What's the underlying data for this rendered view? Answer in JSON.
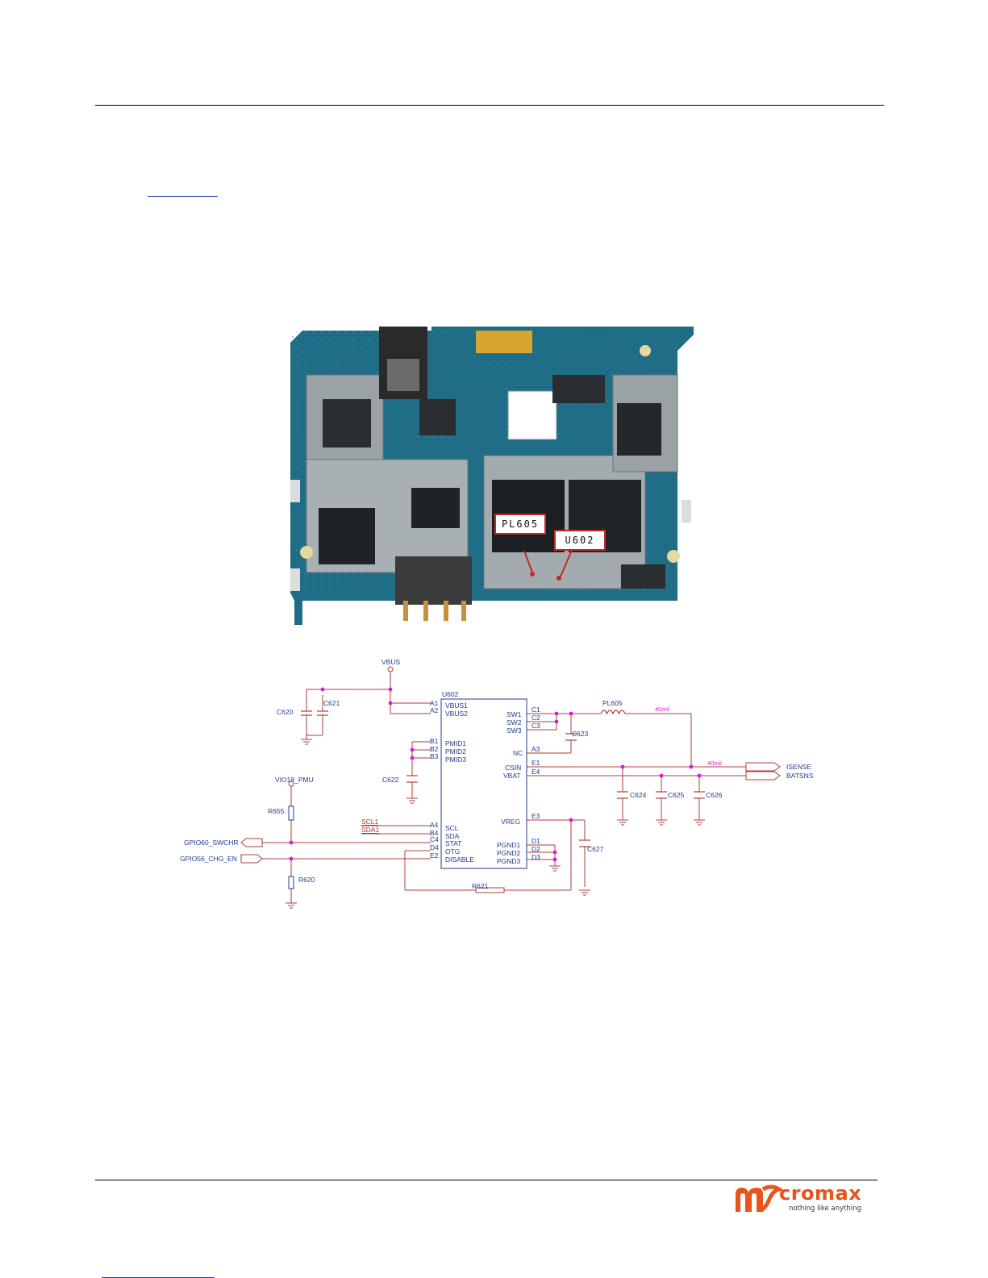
{
  "board": {
    "labels": {
      "pl605": "PL605",
      "u602": "U602"
    }
  },
  "schematic": {
    "net_vbus": "VBUS",
    "chip_name": "U602",
    "pins_left": [
      {
        "pin": "A1",
        "name": "VBUS1"
      },
      {
        "pin": "A2",
        "name": "VBUS2"
      },
      {
        "pin": "B1",
        "name": "PMID1"
      },
      {
        "pin": "B2",
        "name": "PMID2"
      },
      {
        "pin": "B3",
        "name": "PMID3"
      },
      {
        "pin": "A4",
        "name": "SCL"
      },
      {
        "pin": "B4",
        "name": "SDA"
      },
      {
        "pin": "C4",
        "name": "STAT"
      },
      {
        "pin": "D4",
        "name": "OTG"
      },
      {
        "pin": "E2",
        "name": "DISABLE"
      }
    ],
    "pins_right": [
      {
        "pin": "C1",
        "name": "SW1"
      },
      {
        "pin": "C2",
        "name": "SW2"
      },
      {
        "pin": "C3",
        "name": "SW3"
      },
      {
        "pin": "A3",
        "name": "NC"
      },
      {
        "pin": "E1",
        "name": "CSIN"
      },
      {
        "pin": "E4",
        "name": "VBAT"
      },
      {
        "pin": "E3",
        "name": "VREG"
      },
      {
        "pin": "D1",
        "name": "PGND1"
      },
      {
        "pin": "D2",
        "name": "PGND2"
      },
      {
        "pin": "D3",
        "name": "PGND3"
      }
    ],
    "components": {
      "c620": "C620",
      "c621": "C621",
      "c622": "C622",
      "c623": "C623",
      "c624": "C624",
      "c625": "C625",
      "c626": "C626",
      "c627": "C627",
      "r655": "R655",
      "r620": "R620",
      "r621": "R621",
      "pl605": "PL605"
    },
    "nets": {
      "vio18": "VIO18_PMU",
      "scl1": "SCL1",
      "sda1": "SDA1",
      "gpio60": "GPIO60_SWCHR",
      "gpio56": "GPIO56_CHG_EN",
      "isense": "ISENSE",
      "batsns": "BATSNS",
      "trace_w1": "40mil",
      "trace_w2": "40mil"
    }
  },
  "footer": {
    "brand_name": "cromax",
    "tagline": "nothing like anything"
  },
  "colors": {
    "schematic_wire": "#b23b3b",
    "pin_text": "#1f3b8f",
    "junction": "#d81bd8",
    "brand": "#e8541a"
  }
}
